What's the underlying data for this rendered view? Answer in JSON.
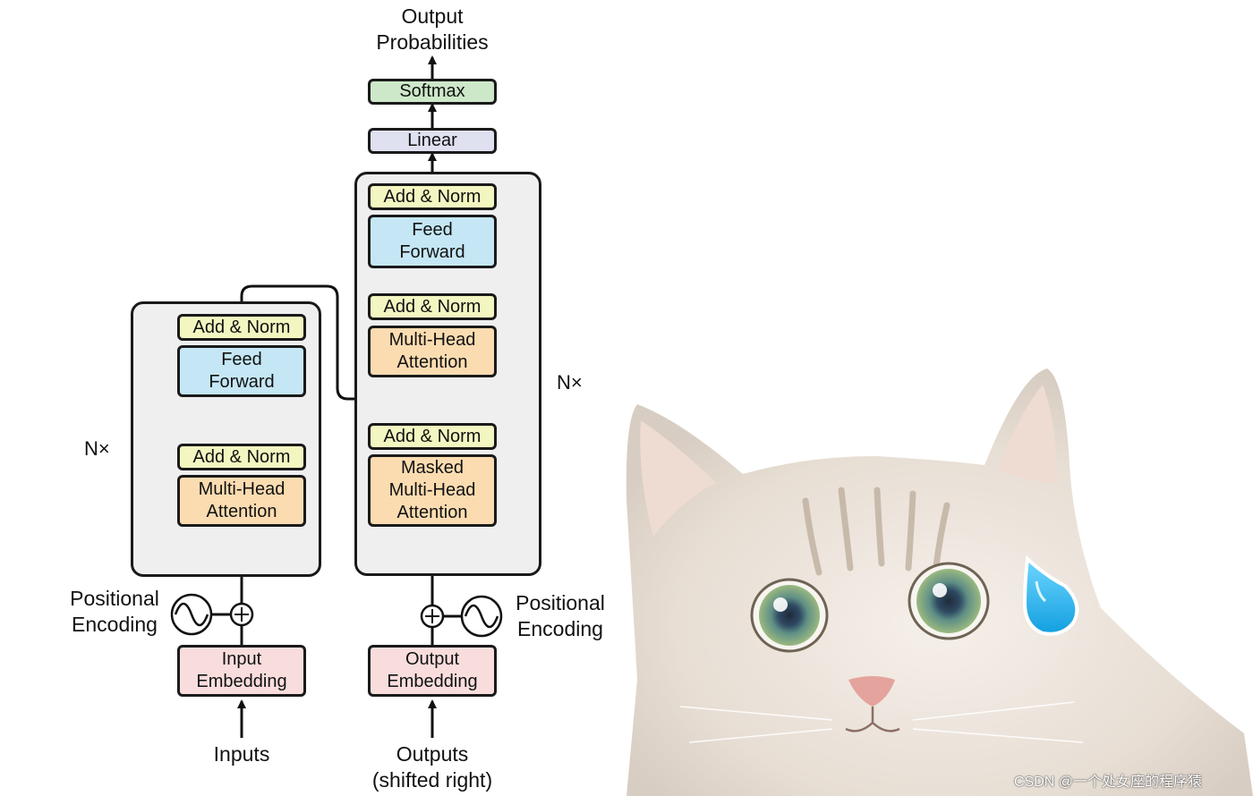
{
  "diagram": {
    "encoder": {
      "repeat_label": "N×",
      "add_norm_top": "Add & Norm",
      "feed_forward": [
        "Feed",
        "Forward"
      ],
      "add_norm_bottom": "Add & Norm",
      "attention": [
        "Multi-Head",
        "Attention"
      ],
      "positional_encoding": [
        "Positional",
        "Encoding"
      ],
      "embedding": [
        "Input",
        "Embedding"
      ],
      "input_label": "Inputs"
    },
    "decoder": {
      "repeat_label": "N×",
      "add_norm_top": "Add & Norm",
      "feed_forward": [
        "Feed",
        "Forward"
      ],
      "add_norm_mid": "Add & Norm",
      "attention": [
        "Multi-Head",
        "Attention"
      ],
      "add_norm_bottom": "Add & Norm",
      "masked_attention": [
        "Masked",
        "Multi-Head",
        "Attention"
      ],
      "positional_encoding": [
        "Positional",
        "Encoding"
      ],
      "embedding": [
        "Output",
        "Embedding"
      ],
      "input_label": [
        "Outputs",
        "(shifted right)"
      ]
    },
    "linear": "Linear",
    "softmax": "Softmax",
    "output_label": [
      "Output",
      "Probabilities"
    ]
  },
  "watermark": "CSDN @一个处女座的程序猿",
  "colors": {
    "add_norm": "#f3f6c0",
    "feed_forward": "#c5e7f5",
    "attention": "#fbdcb1",
    "embedding": "#f9dddd",
    "softmax": "#cde8c9",
    "linear": "#dfe0f0",
    "stack_bg": "#efefef",
    "teardrop": "#2ab8f0"
  }
}
